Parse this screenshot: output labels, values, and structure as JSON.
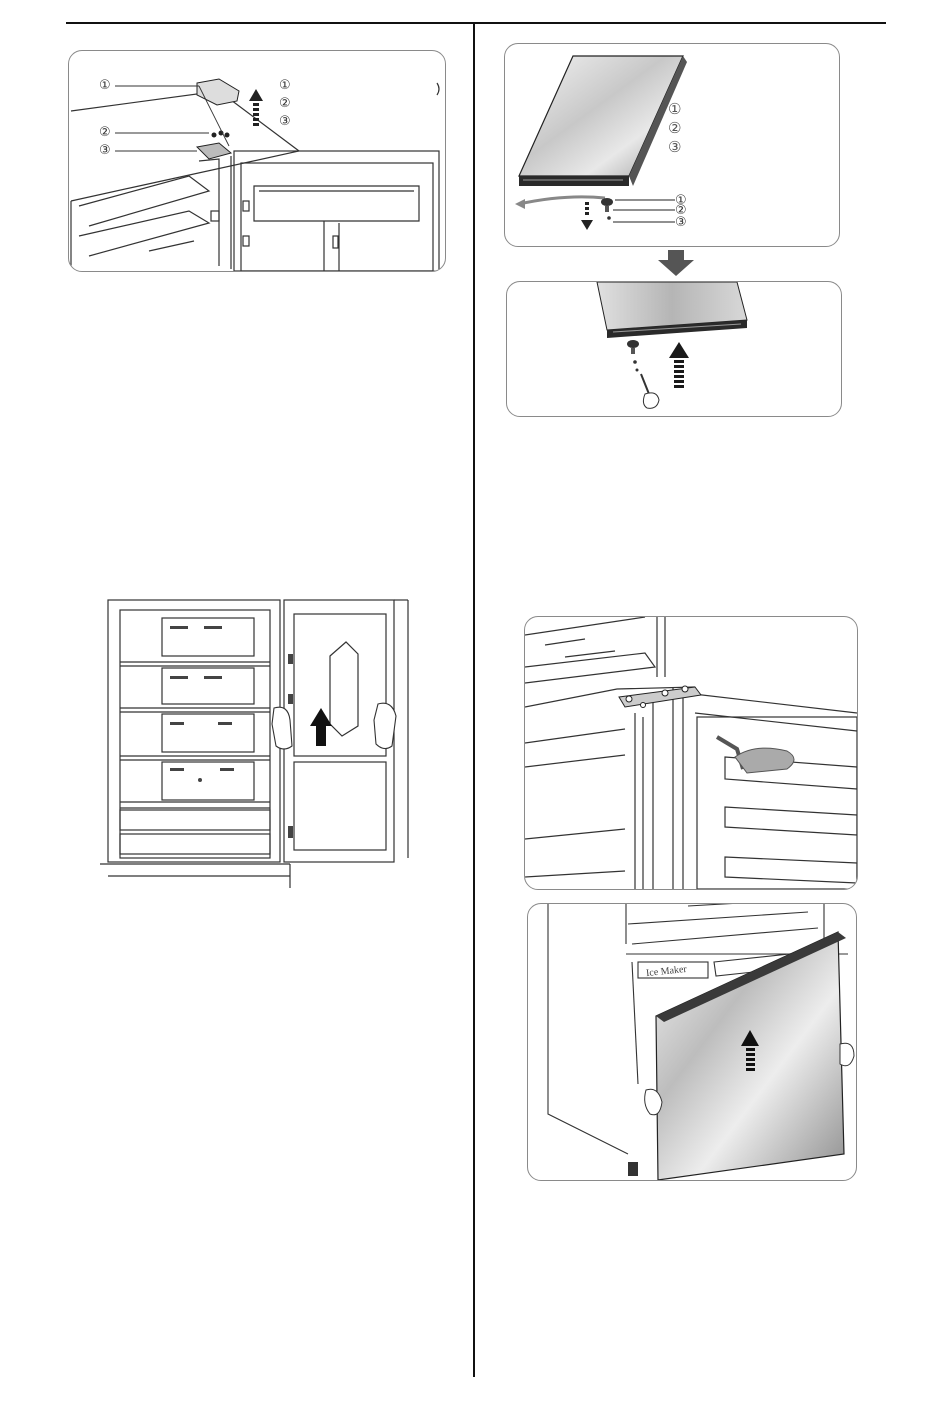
{
  "figures": {
    "top_hinge": {
      "callouts_left": [
        "①",
        "②",
        "③"
      ],
      "callouts_right": [
        "①",
        "②",
        "③"
      ]
    },
    "door_bottom": {
      "callouts_side": [
        "①",
        "②",
        "③"
      ],
      "callouts_pin": [
        "①",
        "②",
        "③"
      ]
    },
    "freezer_door": {
      "ice_maker_label": "Ice Maker"
    }
  },
  "colors": {
    "rule": "#111111",
    "panel_border": "#8a8a8a",
    "door_metal": "#c8c8c8",
    "arrow": "#1a1a1a"
  }
}
